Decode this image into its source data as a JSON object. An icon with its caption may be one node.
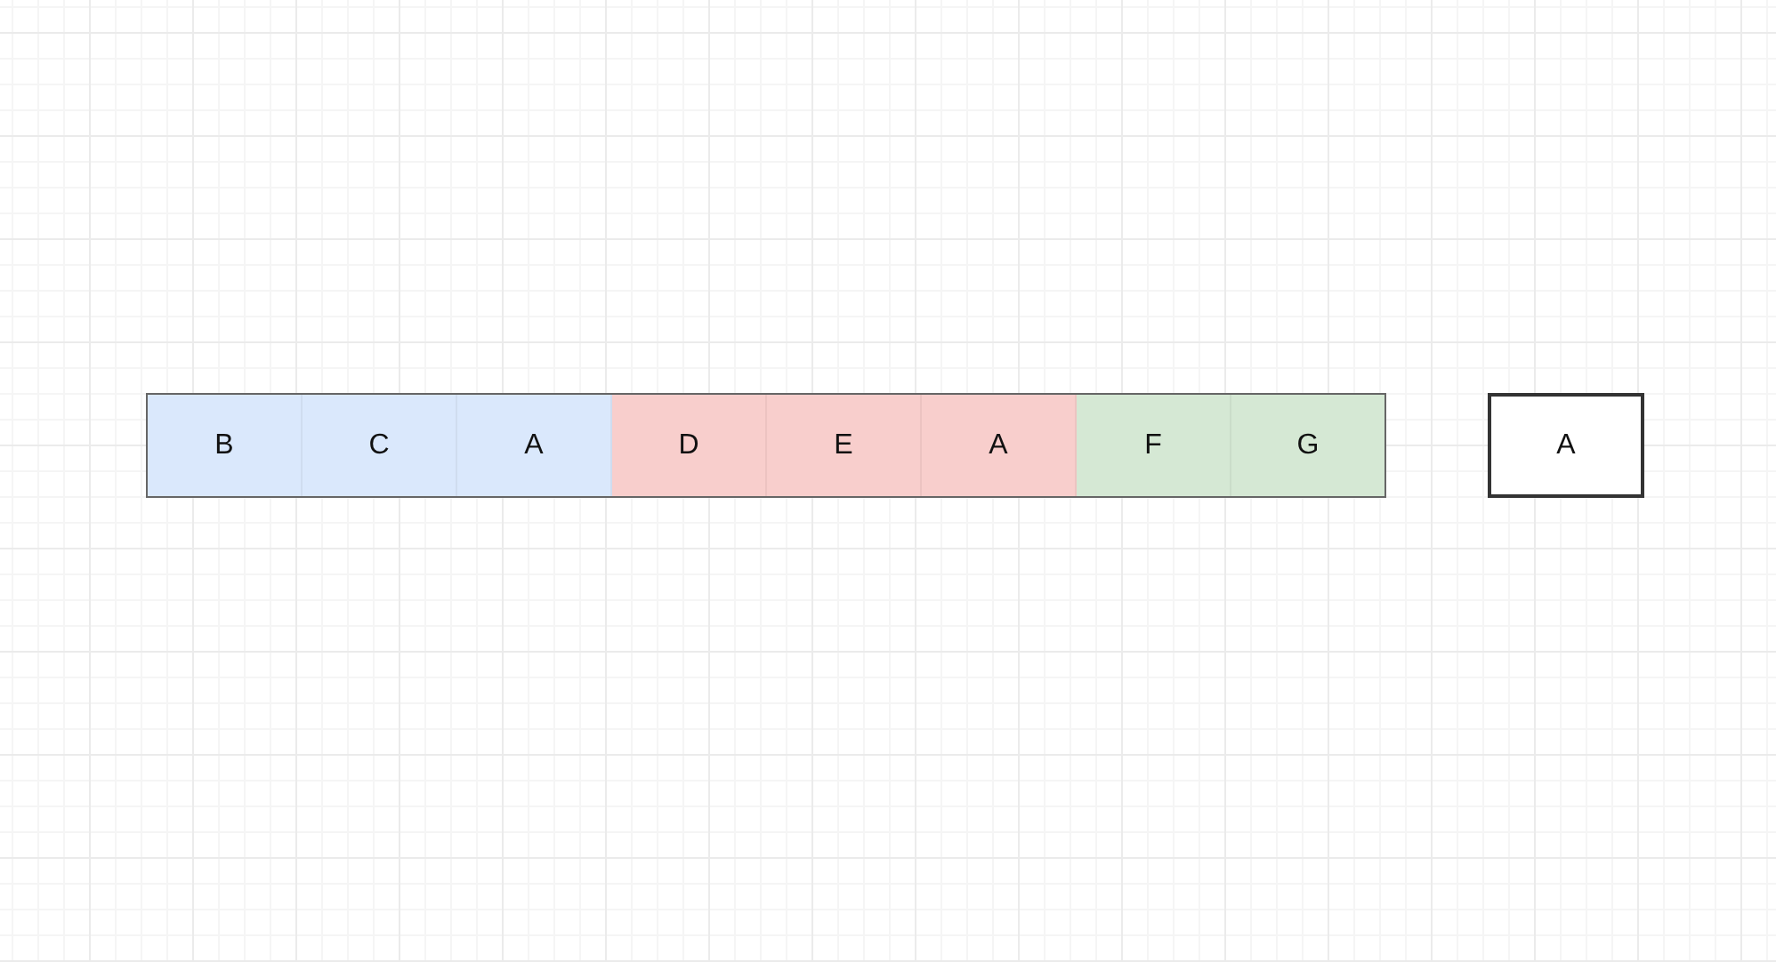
{
  "diagram": {
    "nodes": [
      {
        "text": [
          "B"
        ]
      },
      {
        "text": [
          "C"
        ]
      },
      {
        "text": [
          "A"
        ]
      },
      {
        "text": [
          "D"
        ]
      },
      {
        "text": [
          "E"
        ]
      },
      {
        "text": [
          "A"
        ]
      },
      {
        "text": [
          "F"
        ]
      },
      {
        "text": [
          "G"
        ]
      },
      {
        "text": [
          "A"
        ]
      }
    ]
  }
}
